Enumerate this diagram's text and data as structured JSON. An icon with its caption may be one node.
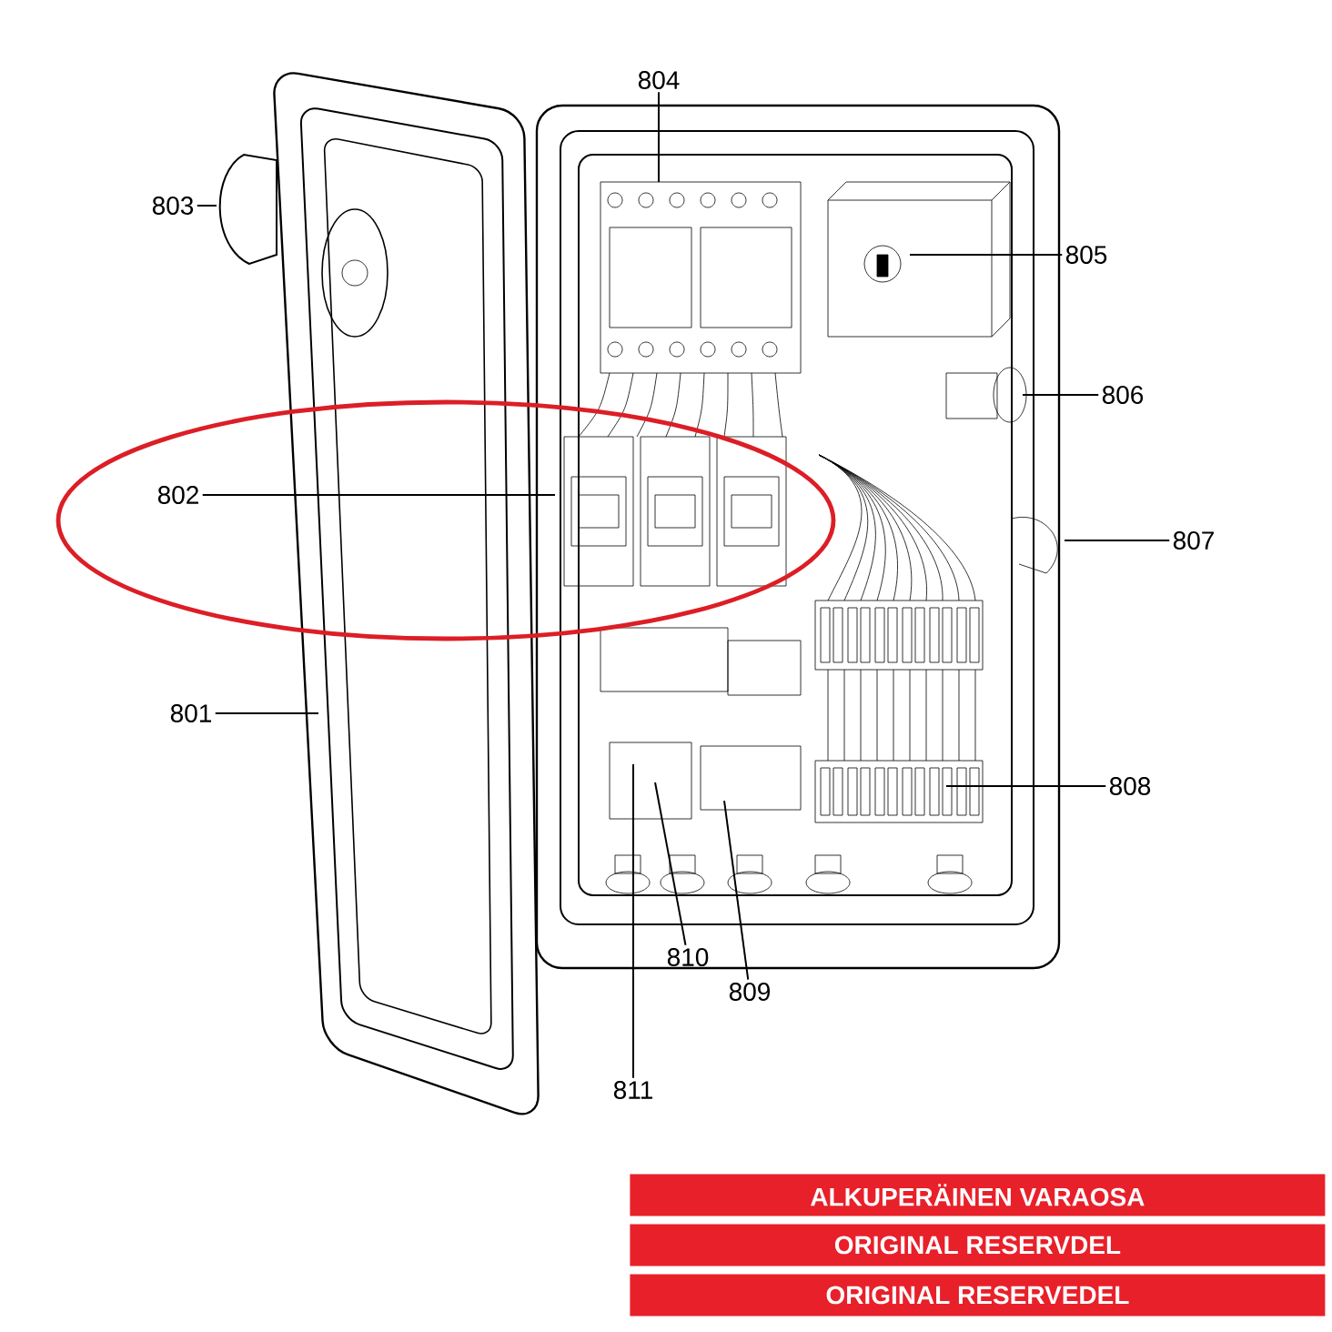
{
  "diagram": {
    "nodes": [
      {
        "text": [
          "804"
        ]
      },
      {
        "text": [
          "803"
        ]
      },
      {
        "text": [
          "805"
        ]
      },
      {
        "text": [
          "806"
        ]
      },
      {
        "text": [
          "802"
        ]
      },
      {
        "text": [
          "807"
        ]
      },
      {
        "text": [
          "801"
        ]
      },
      {
        "text": [
          "808"
        ]
      },
      {
        "text": [
          "810"
        ]
      },
      {
        "text": [
          "809"
        ]
      },
      {
        "text": [
          "811"
        ]
      }
    ],
    "edges": [
      {
        "from": 0,
        "to": null,
        "arrow": "none"
      },
      {
        "from": 1,
        "to": null,
        "arrow": "none"
      },
      {
        "from": 2,
        "to": null,
        "arrow": "none"
      },
      {
        "from": 3,
        "to": null,
        "arrow": "none"
      },
      {
        "from": 4,
        "to": null,
        "arrow": "none"
      },
      {
        "from": 5,
        "to": null,
        "arrow": "none"
      },
      {
        "from": 6,
        "to": null,
        "arrow": "none"
      },
      {
        "from": 7,
        "to": null,
        "arrow": "none"
      },
      {
        "from": 8,
        "to": null,
        "arrow": "none"
      },
      {
        "from": 9,
        "to": null,
        "arrow": "none"
      },
      {
        "from": 10,
        "to": null,
        "arrow": "none"
      }
    ],
    "labels": [
      "ALKUPERÄINEN VARAOSA",
      "ORIGINAL RESERVDEL",
      "ORIGINAL RESERVEDEL"
    ]
  }
}
